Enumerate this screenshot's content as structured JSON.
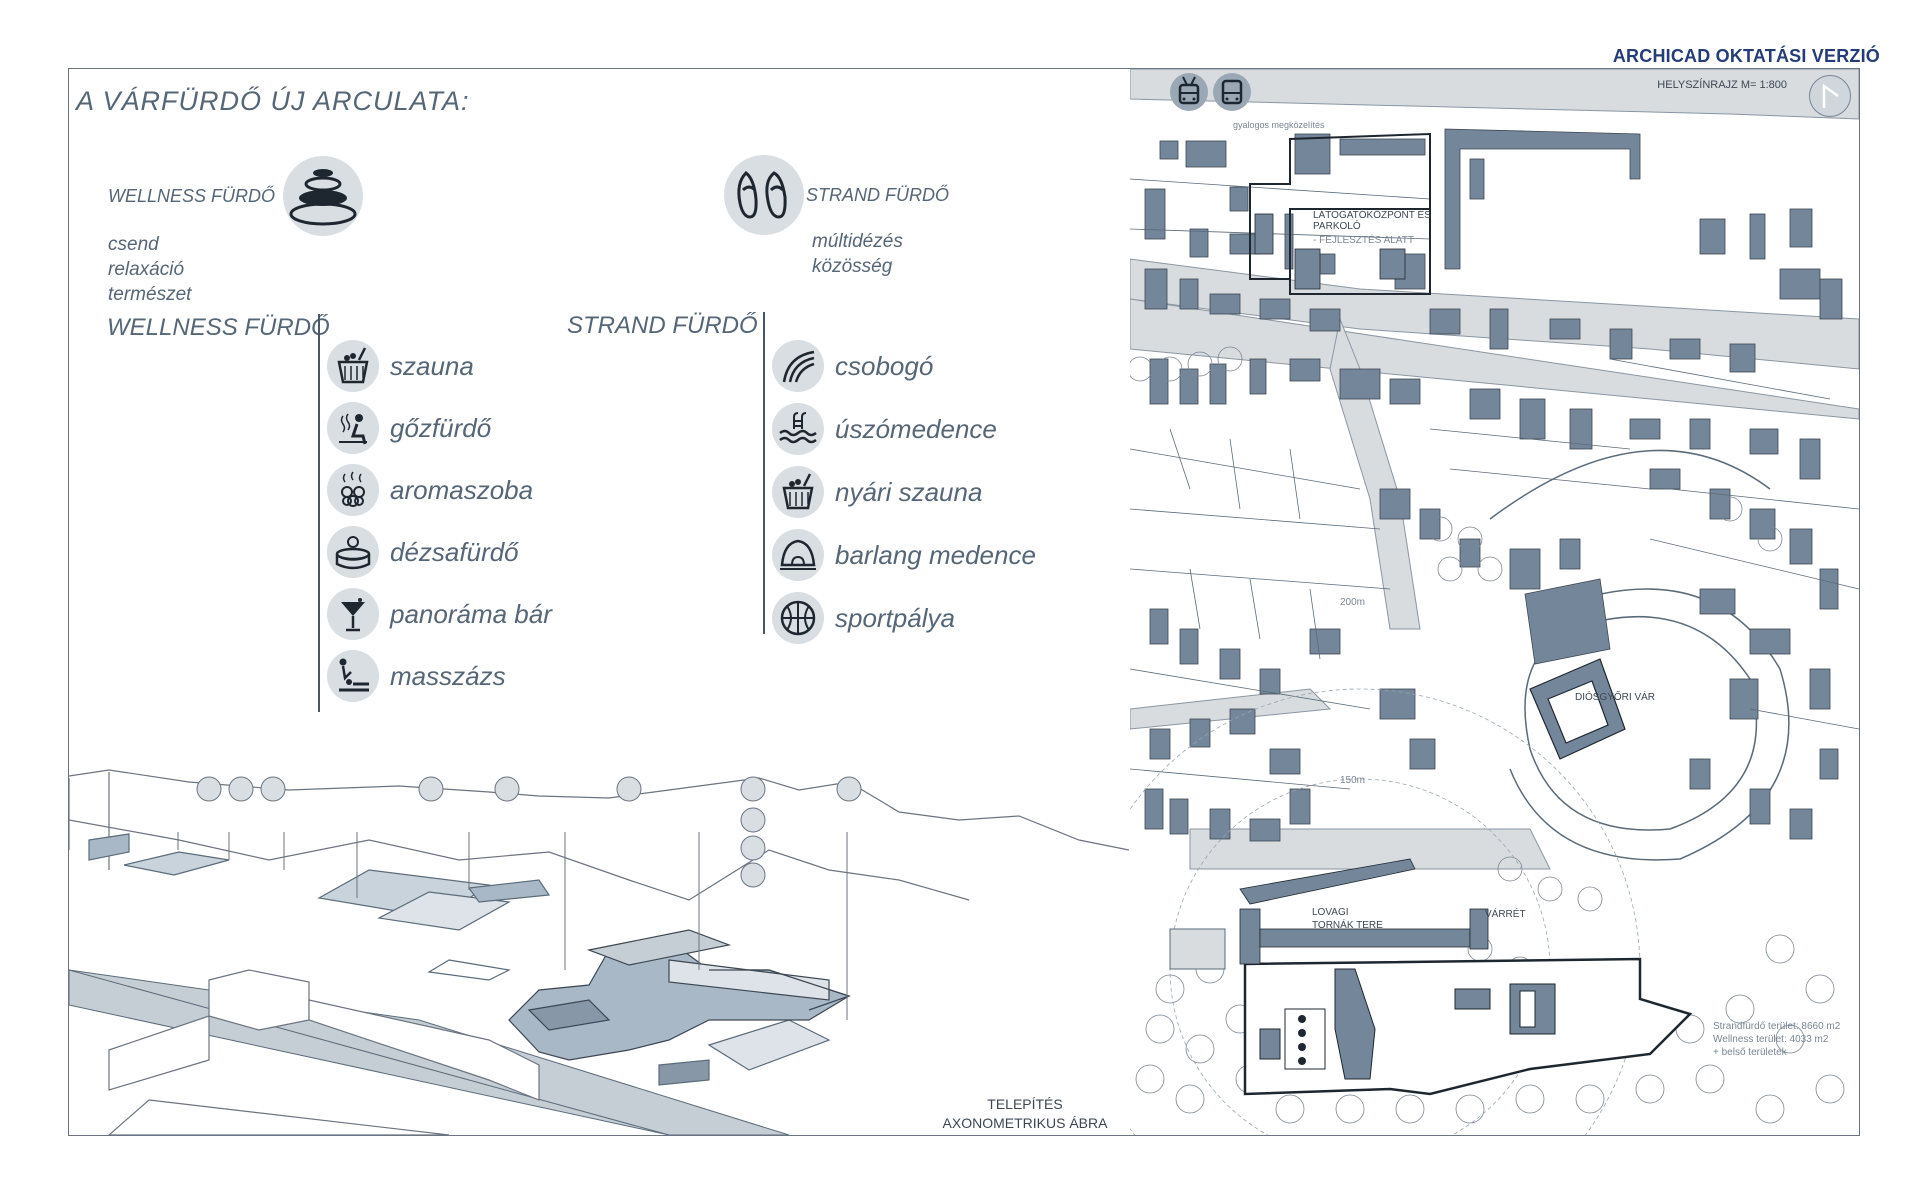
{
  "watermark": "ARCHICAD OKTATÁSI VERZIÓ",
  "page_title": "A VÁRFÜRDŐ ÚJ ARCULATA:",
  "concepts": {
    "wellness": {
      "label": "WELLNESS FÜRDŐ",
      "keywords": [
        "csend",
        "relaxáció",
        "természet"
      ],
      "icon": "stone-stack-icon"
    },
    "strand": {
      "label": "STRAND FÜRDŐ",
      "keywords": [
        "múltidézés",
        "közösség"
      ],
      "icon": "slippers-icon"
    }
  },
  "wellness_column": {
    "heading": "WELLNESS FÜRDŐ",
    "items": [
      {
        "label": "szauna",
        "icon": "sauna-bucket-icon"
      },
      {
        "label": "gőzfürdő",
        "icon": "steam-bath-icon"
      },
      {
        "label": "aromaszoba",
        "icon": "aroma-room-icon"
      },
      {
        "label": "dézsafürdő",
        "icon": "tub-bath-icon"
      },
      {
        "label": "panoráma bár",
        "icon": "cocktail-glass-icon"
      },
      {
        "label": "masszázs",
        "icon": "massage-icon"
      }
    ]
  },
  "strand_column": {
    "heading": "STRAND FÜRDŐ",
    "items": [
      {
        "label": "csobogó",
        "icon": "fountain-icon"
      },
      {
        "label": "úszómedence",
        "icon": "swimming-pool-icon"
      },
      {
        "label": "nyári szauna",
        "icon": "summer-sauna-icon"
      },
      {
        "label": "barlang medence",
        "icon": "cave-pool-icon"
      },
      {
        "label": "sportpálya",
        "icon": "ball-icon"
      }
    ]
  },
  "axonometric": {
    "caption_line1": "TELEPÍTÉS",
    "caption_line2": "AXONOMETRIKUS ÁBRA"
  },
  "site_plan": {
    "scale_label": "HELYSZÍNRAJZ M= 1:800",
    "pedestrian_label": "gyalogos megközelítés",
    "visitor_center_label": "LÁTOGATÓKÖZPONT ÉS PARKOLÓ",
    "visitor_center_sub": "- FEJLESZTÉS ALATT",
    "castle_label": "DIÓSGYŐRI VÁR",
    "square_label_1": "LOVAGI",
    "square_label_2": "TORNÁK TERE",
    "moat_label": "VÁRRÉT",
    "radius_label_1": "200m",
    "radius_label_2": "150m",
    "area_1": "Strandfürdő terület: 8660 m2",
    "area_2": "Wellness terület: 4033 m2",
    "area_3": "+ belső területek",
    "transit_icons": [
      "trolleybus-icon",
      "bus-icon"
    ],
    "north_icon": "north-arrow-icon",
    "colors": {
      "building": "#74879a",
      "road": "#d8dcdf",
      "line": "#5a6b7a",
      "site": "#2a3340"
    }
  }
}
